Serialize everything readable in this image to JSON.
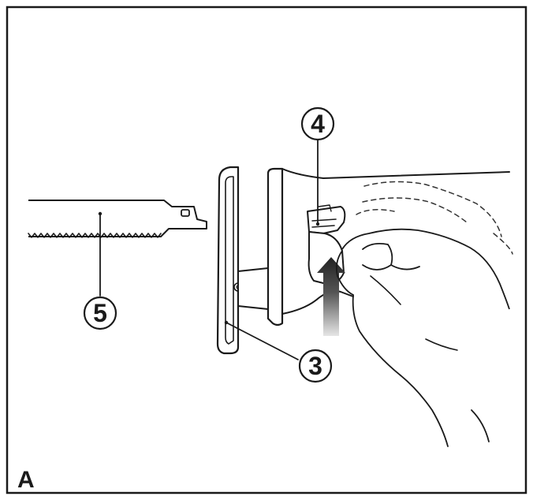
{
  "figure": {
    "panel_label": "A",
    "callouts": {
      "lever_release": "4",
      "blade_clamp": "3",
      "saw_blade": "5"
    },
    "colors": {
      "ink": "#1a1a1a",
      "background": "#ffffff",
      "arrow_dark": "#222222",
      "arrow_light": "#d9d9d9"
    }
  }
}
